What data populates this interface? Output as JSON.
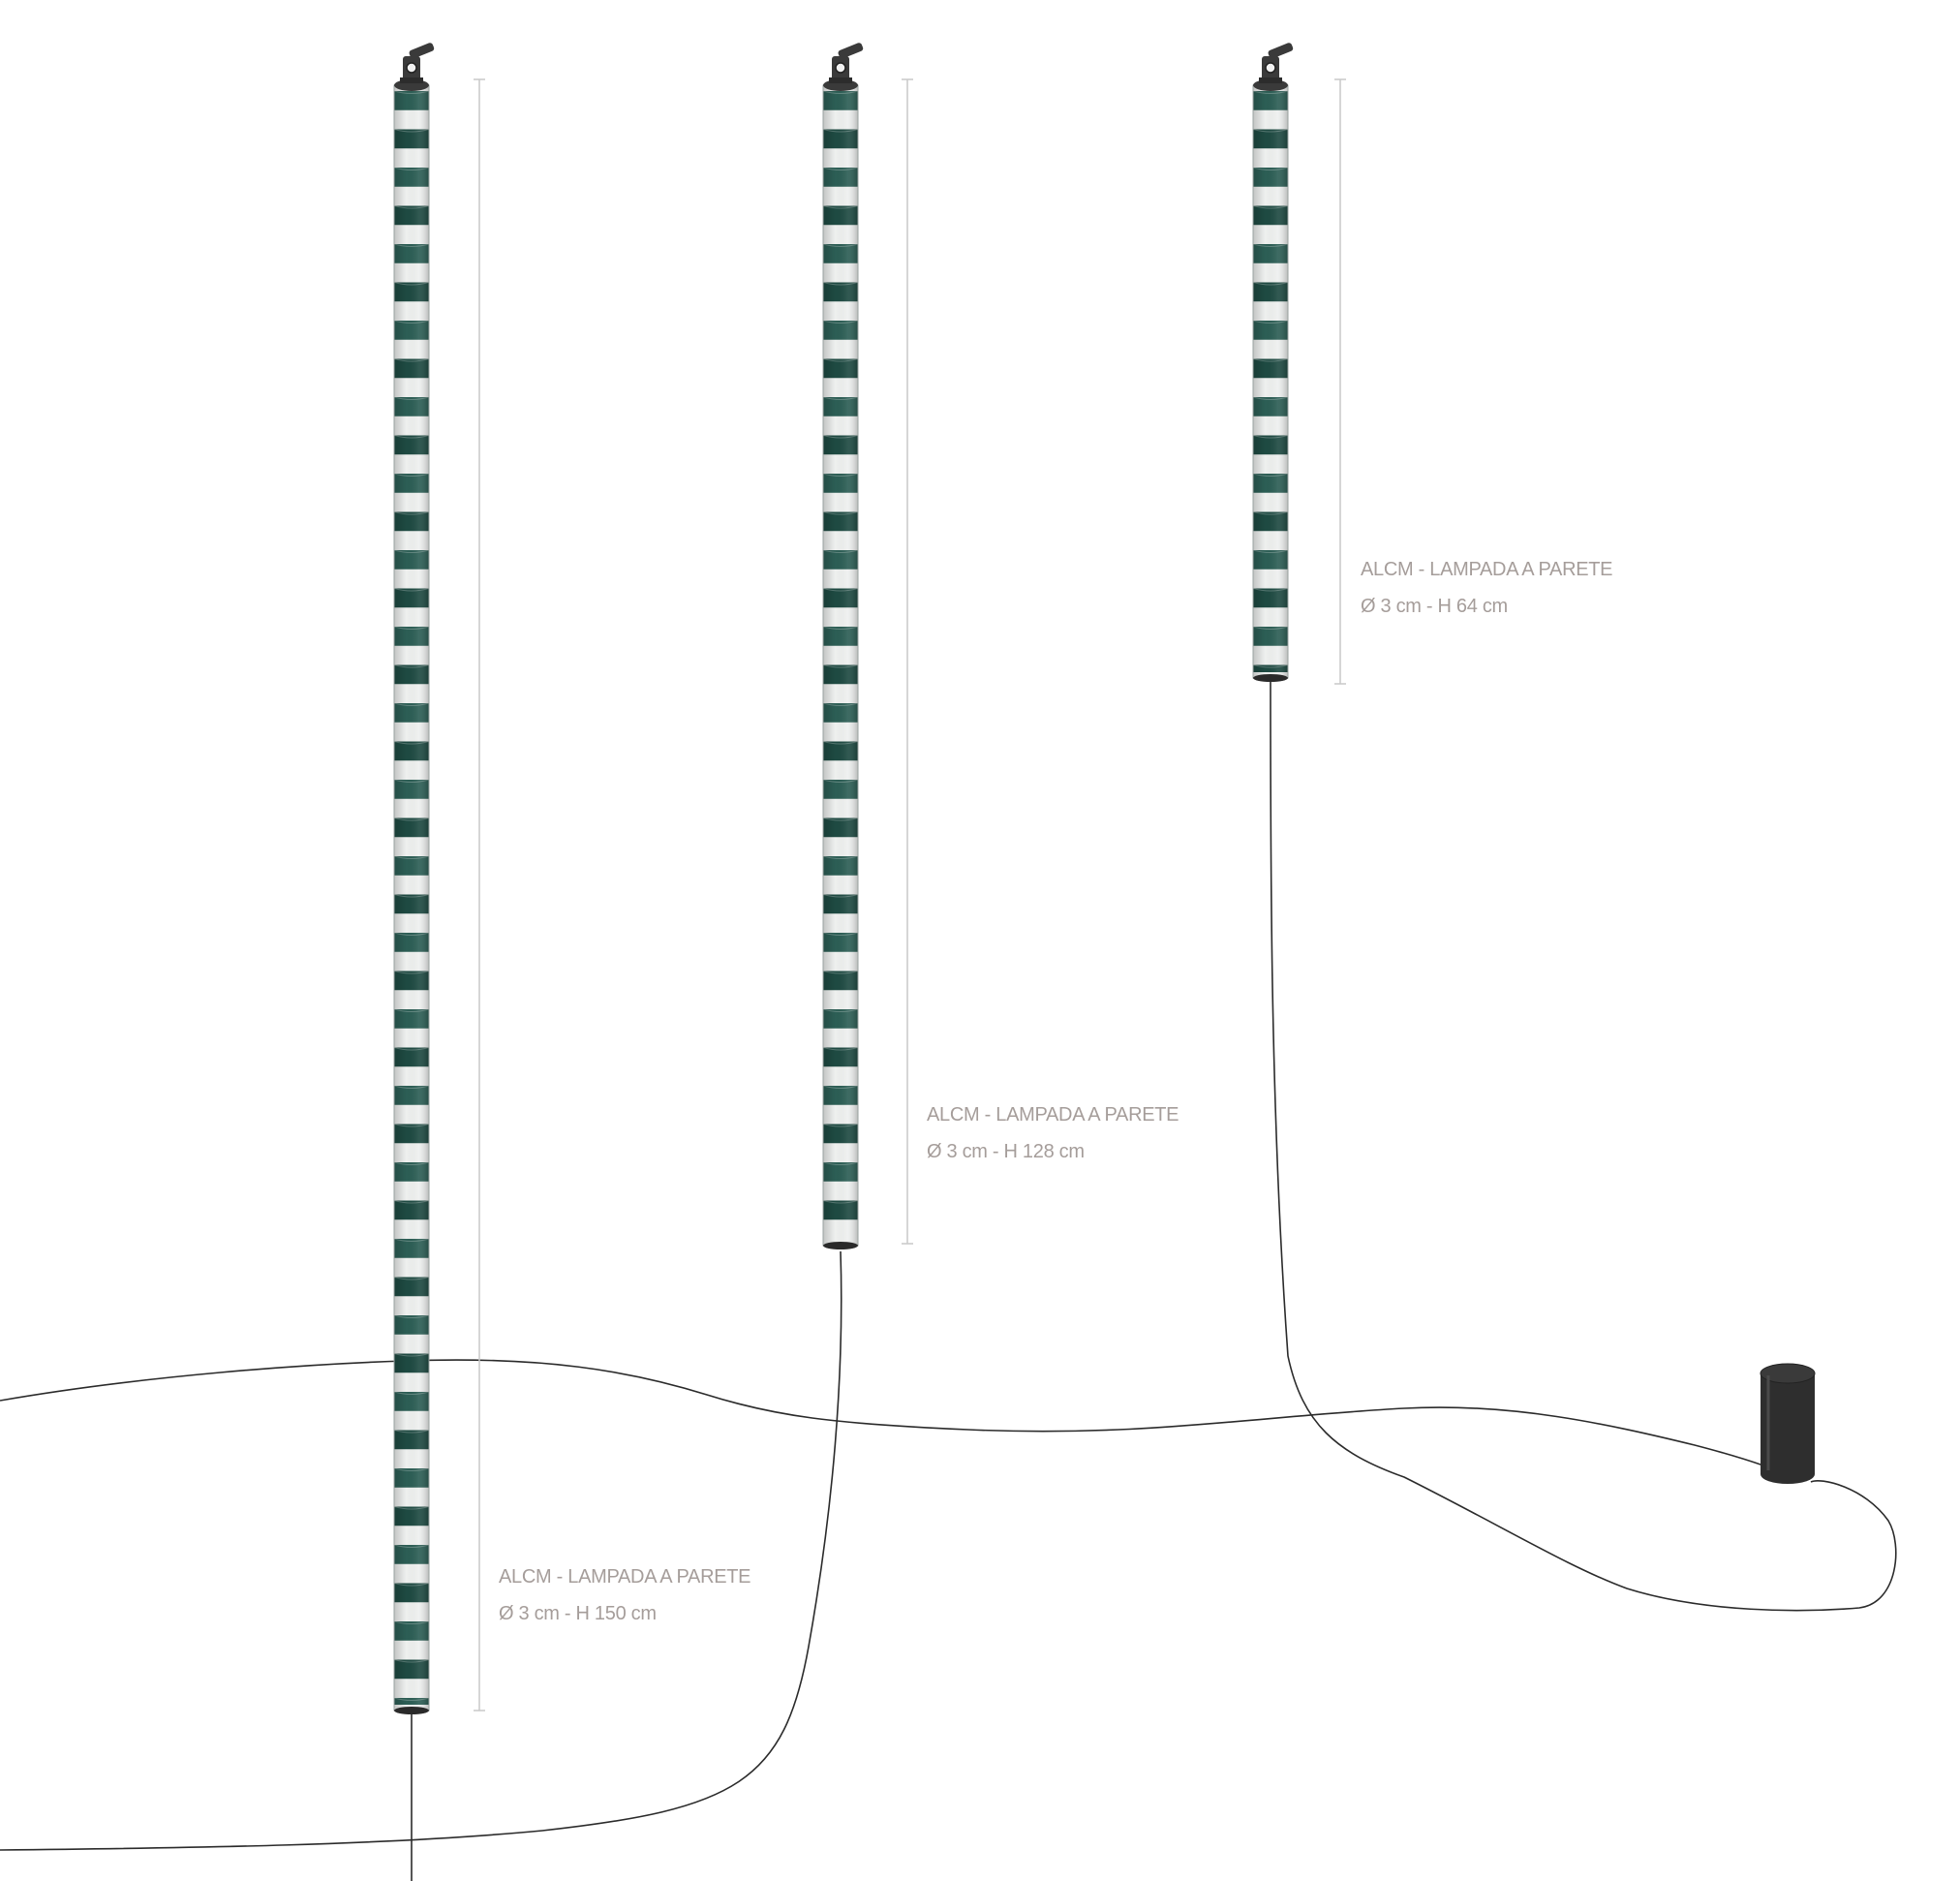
{
  "colors": {
    "background": "#ffffff",
    "marble_green": "#2c5e55",
    "marble_green_dark": "#1e4a42",
    "marble_white": "#eef0ef",
    "label_text": "#a59d9a",
    "dimension_line": "#c8c8c8",
    "cable": "#2b2b2b",
    "fitting": "#3a3a3a"
  },
  "lamps": [
    {
      "id": "lamp-150",
      "title": "ALCM - LAMPADA A PARETE",
      "spec": "Ø 3 cm - H 150 cm",
      "height_cm": 150
    },
    {
      "id": "lamp-128",
      "title": "ALCM - LAMPADA A PARETE",
      "spec": "Ø 3 cm - H 128 cm",
      "height_cm": 128
    },
    {
      "id": "lamp-64",
      "title": "ALCM - LAMPADA A PARETE",
      "spec": "Ø 3 cm - H 64 cm",
      "height_cm": 64
    }
  ],
  "icons": {
    "fitting": "wall-bracket-icon",
    "driver": "power-driver-icon"
  }
}
